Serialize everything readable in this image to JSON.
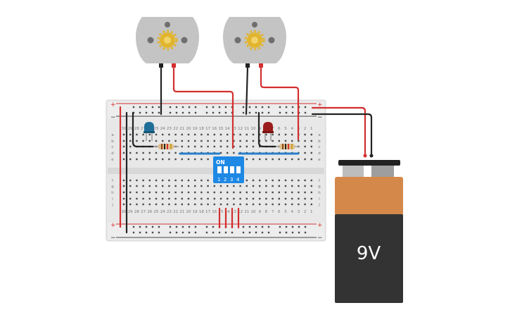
{
  "battery": {
    "label": "9V",
    "top_color": "#d4894b",
    "body_color": "#333333"
  },
  "dip_switch": {
    "on_label": "ON",
    "numbers": [
      "1",
      "2",
      "3",
      "4"
    ],
    "color": "#1e88e5"
  },
  "breadboard": {
    "rail_plus": "+",
    "rail_minus": "−",
    "row_letters_top": [
      "a",
      "b",
      "c",
      "d",
      "e"
    ],
    "row_letters_bottom": [
      "f",
      "g",
      "h",
      "i",
      "j"
    ],
    "columns": [
      "30",
      "29",
      "28",
      "27",
      "26",
      "25",
      "24",
      "23",
      "22",
      "21",
      "20",
      "19",
      "18",
      "17",
      "16",
      "15",
      "14",
      "13",
      "12",
      "11",
      "10",
      "9",
      "8",
      "7",
      "6",
      "5",
      "4",
      "3",
      "2",
      "1"
    ]
  },
  "components": {
    "motor_left": "dc-motor",
    "motor_right": "dc-motor",
    "led_left_color": "#1f6f99",
    "led_right_color": "#9b1c1c",
    "wire_red": "#d32f2f",
    "wire_black": "#222222"
  }
}
